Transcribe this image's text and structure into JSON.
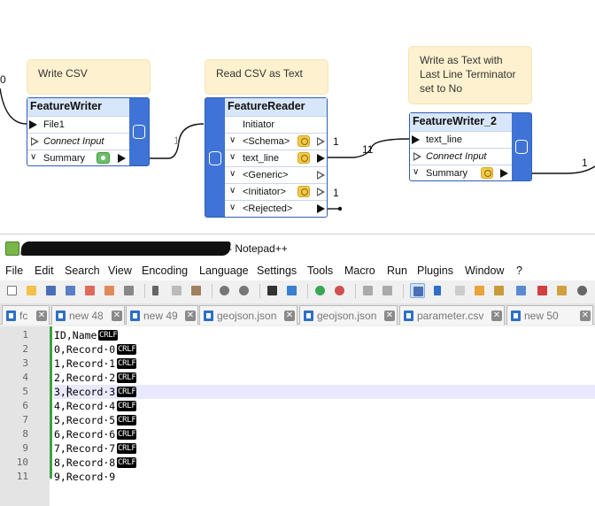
{
  "canvas": {
    "annotations": [
      {
        "text": "Write CSV"
      },
      {
        "text": "Read CSV as Text"
      },
      {
        "text": "Write as Text with\nLast Line Terminator\nset to No"
      }
    ],
    "writer1": {
      "name": "FeatureWriter",
      "ports": {
        "input": "File1",
        "connect": "Connect Input",
        "summary": "Summary"
      }
    },
    "reader": {
      "name": "FeatureReader",
      "ports": {
        "initiator_in": "Initiator",
        "schema": "<Schema>",
        "text_line": "text_line",
        "generic": "<Generic>",
        "initiator_out": "<Initiator>",
        "rejected": "<Rejected>"
      }
    },
    "writer2": {
      "name": "FeatureWriter_2",
      "ports": {
        "input": "text_line",
        "connect": "Connect Input",
        "summary": "Summary"
      }
    },
    "counts": {
      "left_edge": "0",
      "writer1_summary": "1",
      "schema": "1",
      "text_line": "11",
      "initiator_out": "1",
      "writer2_summary": "1"
    }
  },
  "notepad": {
    "title": "- Notepad++",
    "menu": [
      "File",
      "Edit",
      "Search",
      "View",
      "Encoding",
      "Language",
      "Settings",
      "Tools",
      "Macro",
      "Run",
      "Plugins",
      "Window",
      "?"
    ],
    "tabs": [
      {
        "name": "fc"
      },
      {
        "name": "new 48"
      },
      {
        "name": "new 49"
      },
      {
        "name": "geojson.json"
      },
      {
        "name": "geojson.json"
      },
      {
        "name": "parameter.csv"
      },
      {
        "name": "new 50"
      }
    ],
    "eol_marker": "CRLF",
    "lines": [
      {
        "num": "1",
        "text": "ID,Name"
      },
      {
        "num": "2",
        "text": "0,Record·0"
      },
      {
        "num": "3",
        "text": "1,Record·1"
      },
      {
        "num": "4",
        "text": "2,Record·2"
      },
      {
        "num": "5",
        "text": "3,Record·3"
      },
      {
        "num": "6",
        "text": "4,Record·4"
      },
      {
        "num": "7",
        "text": "5,Record·5"
      },
      {
        "num": "8",
        "text": "6,Record·6"
      },
      {
        "num": "9",
        "text": "7,Record·7"
      },
      {
        "num": "10",
        "text": "8,Record·8"
      },
      {
        "num": "11",
        "text": "9,Record·9"
      }
    ],
    "current_line": "5"
  }
}
